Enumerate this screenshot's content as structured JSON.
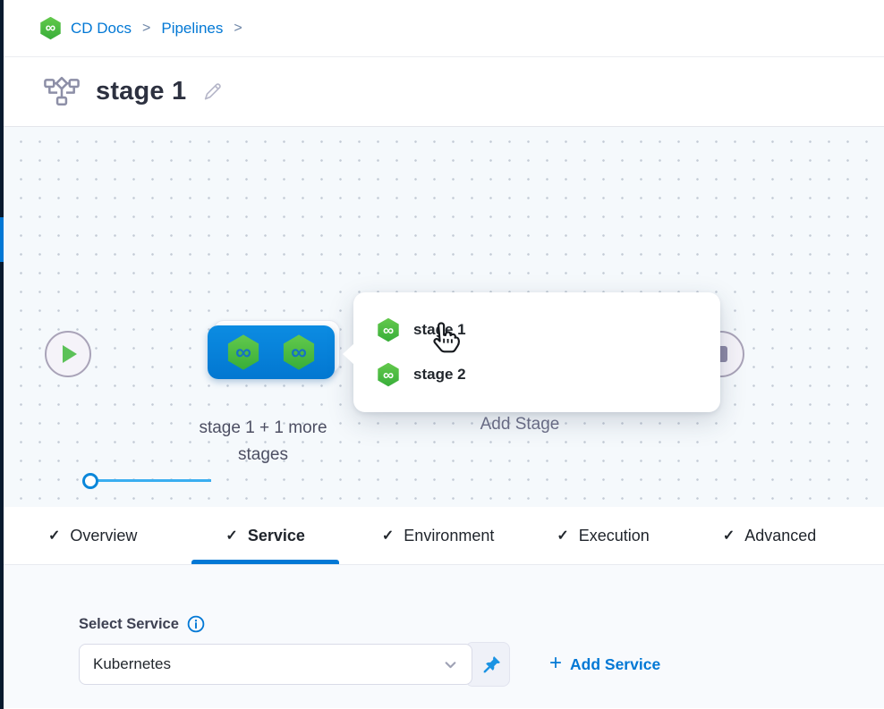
{
  "colors": {
    "accent": "#0278d5",
    "nav_strip": "#081a2e",
    "harness_green": "#4bbf40",
    "stage_card_blue": "#0b86dd",
    "canvas_dot": "#c3cbd6"
  },
  "breadcrumb": {
    "crumbs": [
      {
        "label": "CD Docs"
      },
      {
        "label": "Pipelines"
      }
    ],
    "separator": ">"
  },
  "page": {
    "title": "stage 1"
  },
  "canvas": {
    "stage_group_label_line1": "stage 1 + 1 more",
    "stage_group_label_line2": "stages",
    "add_stage_label": "Add Stage",
    "popup_items": [
      {
        "label": "stage 1"
      },
      {
        "label": "stage 2"
      }
    ]
  },
  "tabs": {
    "check_glyph": "✓",
    "active": "Service",
    "items": [
      {
        "label": "Overview"
      },
      {
        "label": "Service"
      },
      {
        "label": "Environment"
      },
      {
        "label": "Execution"
      },
      {
        "label": "Advanced"
      }
    ]
  },
  "service_section": {
    "label": "Select Service",
    "service_value": "Kubernetes",
    "add_service": {
      "plus": "+",
      "label": "Add Service"
    }
  }
}
